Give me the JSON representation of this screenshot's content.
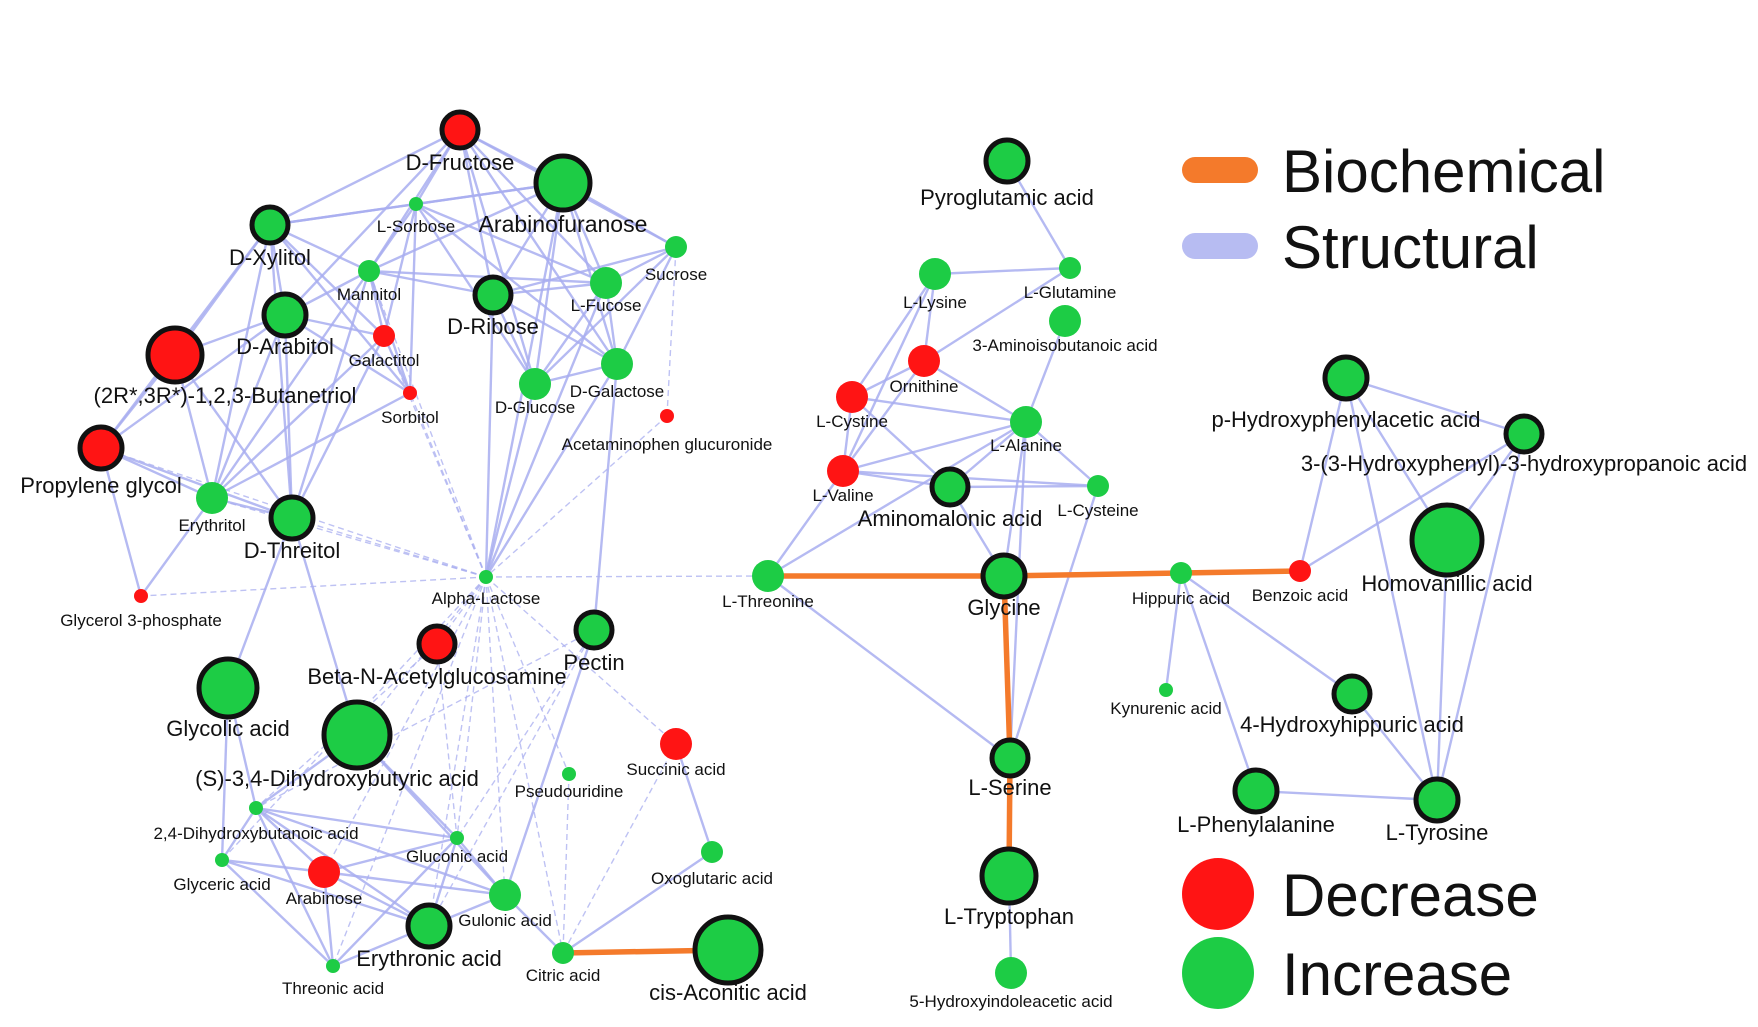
{
  "legend": {
    "edges": [
      {
        "label": "Biochemical",
        "color": "#f47a2b"
      },
      {
        "label": "Structural",
        "color": "#b7bcf2"
      }
    ],
    "nodes": [
      {
        "label": "Decrease",
        "color": "#ff1414"
      },
      {
        "label": "Increase",
        "color": "#1dcc45"
      }
    ]
  },
  "colors": {
    "decrease": "#ff1414",
    "increase": "#1dcc45",
    "biochemical": "#f47a2b",
    "structural": "#a9aef0"
  },
  "nodes": [
    {
      "id": "fructose",
      "label": "D-Fructose",
      "change": "decrease",
      "size": 4,
      "ring": true
    },
    {
      "id": "sorbose",
      "label": "L-Sorbose",
      "change": "increase",
      "size": 1,
      "ring": false
    },
    {
      "id": "arabinofuranose",
      "label": "Arabinofuranose",
      "change": "increase",
      "size": 6,
      "ring": true
    },
    {
      "id": "xylitol",
      "label": "D-Xylitol",
      "change": "increase",
      "size": 4,
      "ring": true
    },
    {
      "id": "mannitol",
      "label": "Mannitol",
      "change": "increase",
      "size": 2,
      "ring": false
    },
    {
      "id": "sucrose",
      "label": "Sucrose",
      "change": "increase",
      "size": 2,
      "ring": false
    },
    {
      "id": "fucose",
      "label": "L-Fucose",
      "change": "increase",
      "size": 3,
      "ring": false
    },
    {
      "id": "ribose",
      "label": "D-Ribose",
      "change": "increase",
      "size": 4,
      "ring": true
    },
    {
      "id": "arabitol",
      "label": "D-Arabitol",
      "change": "increase",
      "size": 5,
      "ring": true
    },
    {
      "id": "galactitol",
      "label": "Galactitol",
      "change": "decrease",
      "size": 2,
      "ring": false
    },
    {
      "id": "butanetriol",
      "label": "(2R*,3R*)-1,2,3-Butanetriol",
      "change": "decrease",
      "size": 6,
      "ring": true
    },
    {
      "id": "galactose",
      "label": "D-Galactose",
      "change": "increase",
      "size": 3,
      "ring": false
    },
    {
      "id": "glucose",
      "label": "D-Glucose",
      "change": "increase",
      "size": 3,
      "ring": false
    },
    {
      "id": "sorbitol",
      "label": "Sorbitol",
      "change": "decrease",
      "size": 1,
      "ring": false
    },
    {
      "id": "acetaminophen",
      "label": "Acetaminophen glucuronide",
      "change": "decrease",
      "size": 1,
      "ring": false
    },
    {
      "id": "propylene",
      "label": "Propylene glycol",
      "change": "decrease",
      "size": 5,
      "ring": true
    },
    {
      "id": "erythritol",
      "label": "Erythritol",
      "change": "increase",
      "size": 3,
      "ring": false
    },
    {
      "id": "threitol",
      "label": "D-Threitol",
      "change": "increase",
      "size": 5,
      "ring": true
    },
    {
      "id": "glycerol3p",
      "label": "Glycerol 3-phosphate",
      "change": "decrease",
      "size": 1,
      "ring": false
    },
    {
      "id": "lactose",
      "label": "Alpha-Lactose",
      "change": "increase",
      "size": 1,
      "ring": false
    },
    {
      "id": "acetylglucosamine",
      "label": "Beta-N-Acetylglucosamine",
      "change": "decrease",
      "size": 4,
      "ring": true
    },
    {
      "id": "pectin",
      "label": "Pectin",
      "change": "increase",
      "size": 4,
      "ring": true
    },
    {
      "id": "glycolic",
      "label": "Glycolic acid",
      "change": "increase",
      "size": 7,
      "ring": true
    },
    {
      "id": "dihydroxybutyric",
      "label": "(S)-3,4-Dihydroxybutyric acid",
      "change": "increase",
      "size": 8,
      "ring": true
    },
    {
      "id": "succinic",
      "label": "Succinic acid",
      "change": "decrease",
      "size": 3,
      "ring": false
    },
    {
      "id": "pseudouridine",
      "label": "Pseudouridine",
      "change": "increase",
      "size": 1,
      "ring": false
    },
    {
      "id": "dihydroxybutanoic",
      "label": "2,4-Dihydroxybutanoic acid",
      "change": "increase",
      "size": 1,
      "ring": false
    },
    {
      "id": "gluconic",
      "label": "Gluconic acid",
      "change": "increase",
      "size": 1,
      "ring": false
    },
    {
      "id": "glyceric",
      "label": "Glyceric acid",
      "change": "increase",
      "size": 1,
      "ring": false
    },
    {
      "id": "arabinose",
      "label": "Arabinose",
      "change": "decrease",
      "size": 3,
      "ring": false
    },
    {
      "id": "oxoglutaric",
      "label": "Oxoglutaric acid",
      "change": "increase",
      "size": 2,
      "ring": false
    },
    {
      "id": "gulonic",
      "label": "Gulonic acid",
      "change": "increase",
      "size": 3,
      "ring": false
    },
    {
      "id": "erythronic",
      "label": "Erythronic acid",
      "change": "increase",
      "size": 5,
      "ring": true
    },
    {
      "id": "citric",
      "label": "Citric acid",
      "change": "increase",
      "size": 2,
      "ring": false
    },
    {
      "id": "aconitic",
      "label": "cis-Aconitic acid",
      "change": "increase",
      "size": 8,
      "ring": true
    },
    {
      "id": "threonic",
      "label": "Threonic acid",
      "change": "increase",
      "size": 1,
      "ring": false
    },
    {
      "id": "pyroglutamic",
      "label": "Pyroglutamic acid",
      "change": "increase",
      "size": 5,
      "ring": true
    },
    {
      "id": "lysine",
      "label": "L-Lysine",
      "change": "increase",
      "size": 3,
      "ring": false
    },
    {
      "id": "glutamine",
      "label": "L-Glutamine",
      "change": "increase",
      "size": 2,
      "ring": false
    },
    {
      "id": "aminoisobutanoic",
      "label": "3-Aminoisobutanoic acid",
      "change": "increase",
      "size": 3,
      "ring": false
    },
    {
      "id": "ornithine",
      "label": "Ornithine",
      "change": "decrease",
      "size": 3,
      "ring": false
    },
    {
      "id": "cystine",
      "label": "L-Cystine",
      "change": "decrease",
      "size": 3,
      "ring": false
    },
    {
      "id": "alanine",
      "label": "L-Alanine",
      "change": "increase",
      "size": 3,
      "ring": false
    },
    {
      "id": "valine",
      "label": "L-Valine",
      "change": "decrease",
      "size": 3,
      "ring": false
    },
    {
      "id": "aminomalonic",
      "label": "Aminomalonic acid",
      "change": "increase",
      "size": 4,
      "ring": true
    },
    {
      "id": "cysteine",
      "label": "L-Cysteine",
      "change": "increase",
      "size": 2,
      "ring": false
    },
    {
      "id": "threonine",
      "label": "L-Threonine",
      "change": "increase",
      "size": 3,
      "ring": false
    },
    {
      "id": "glycine",
      "label": "Glycine",
      "change": "increase",
      "size": 5,
      "ring": true
    },
    {
      "id": "hippuric",
      "label": "Hippuric acid",
      "change": "increase",
      "size": 2,
      "ring": false
    },
    {
      "id": "benzoic",
      "label": "Benzoic acid",
      "change": "decrease",
      "size": 2,
      "ring": false
    },
    {
      "id": "kynurenic",
      "label": "Kynurenic acid",
      "change": "increase",
      "size": 1,
      "ring": false
    },
    {
      "id": "serine",
      "label": "L-Serine",
      "change": "increase",
      "size": 4,
      "ring": true
    },
    {
      "id": "tryptophan",
      "label": "L-Tryptophan",
      "change": "increase",
      "size": 6,
      "ring": true
    },
    {
      "id": "hydroxyindoleacetic",
      "label": "5-Hydroxyindoleacetic acid",
      "change": "increase",
      "size": 3,
      "ring": false
    },
    {
      "id": "hydroxyphenylacetic",
      "label": "p-Hydroxyphenylacetic acid",
      "change": "increase",
      "size": 5,
      "ring": true
    },
    {
      "id": "hydroxyphenylpropanoic",
      "label": "3-(3-Hydroxyphenyl)-3-hydroxypropanoic acid",
      "change": "increase",
      "size": 4,
      "ring": true
    },
    {
      "id": "homovanillic",
      "label": "Homovanillic acid",
      "change": "increase",
      "size": 9,
      "ring": true
    },
    {
      "id": "hydroxyhippuric",
      "label": "4-Hydroxyhippuric acid",
      "change": "increase",
      "size": 4,
      "ring": true
    },
    {
      "id": "phenylalanine",
      "label": "L-Phenylalanine",
      "change": "increase",
      "size": 5,
      "ring": true
    },
    {
      "id": "tyrosine",
      "label": "L-Tyrosine",
      "change": "increase",
      "size": 5,
      "ring": true
    }
  ],
  "edges": {
    "biochemical": [
      [
        "threonine",
        "glycine"
      ],
      [
        "glycine",
        "hippuric"
      ],
      [
        "hippuric",
        "benzoic"
      ],
      [
        "glycine",
        "serine"
      ],
      [
        "serine",
        "tryptophan"
      ],
      [
        "citric",
        "aconitic"
      ]
    ],
    "structural": [
      [
        "fructose",
        "sorbose"
      ],
      [
        "fructose",
        "xylitol"
      ],
      [
        "fructose",
        "arabinofuranose"
      ],
      [
        "fructose",
        "mannitol"
      ],
      [
        "fructose",
        "ribose"
      ],
      [
        "fructose",
        "fucose"
      ],
      [
        "fructose",
        "galactose"
      ],
      [
        "fructose",
        "arabitol"
      ],
      [
        "fructose",
        "sucrose"
      ],
      [
        "fructose",
        "glucose"
      ],
      [
        "sorbose",
        "arabinofuranose"
      ],
      [
        "sorbose",
        "mannitol"
      ],
      [
        "sorbose",
        "galactitol"
      ],
      [
        "sorbose",
        "sorbitol"
      ],
      [
        "sorbose",
        "glucose"
      ],
      [
        "sorbose",
        "galactose"
      ],
      [
        "sorbose",
        "xylitol"
      ],
      [
        "sorbose",
        "fucose"
      ],
      [
        "arabinofuranose",
        "sucrose"
      ],
      [
        "arabinofuranose",
        "fucose"
      ],
      [
        "arabinofuranose",
        "galactose"
      ],
      [
        "arabinofuranose",
        "glucose"
      ],
      [
        "arabinofuranose",
        "ribose"
      ],
      [
        "arabinofuranose",
        "mannitol"
      ],
      [
        "arabinofuranose",
        "lactose"
      ],
      [
        "arabinofuranose",
        "xylitol"
      ],
      [
        "xylitol",
        "arabitol"
      ],
      [
        "xylitol",
        "mannitol"
      ],
      [
        "xylitol",
        "butanetriol"
      ],
      [
        "xylitol",
        "threitol"
      ],
      [
        "xylitol",
        "erythritol"
      ],
      [
        "xylitol",
        "propylene"
      ],
      [
        "xylitol",
        "galactitol"
      ],
      [
        "xylitol",
        "sorbitol"
      ],
      [
        "mannitol",
        "arabitol"
      ],
      [
        "mannitol",
        "galactitol"
      ],
      [
        "mannitol",
        "sorbitol"
      ],
      [
        "mannitol",
        "ribose"
      ],
      [
        "mannitol",
        "fucose"
      ],
      [
        "mannitol",
        "threitol"
      ],
      [
        "mannitol",
        "erythritol"
      ],
      [
        "arabitol",
        "galactitol"
      ],
      [
        "arabitol",
        "butanetriol"
      ],
      [
        "arabitol",
        "threitol"
      ],
      [
        "arabitol",
        "erythritol"
      ],
      [
        "arabitol",
        "propylene"
      ],
      [
        "arabitol",
        "sorbitol"
      ],
      [
        "galactitol",
        "sorbitol"
      ],
      [
        "galactitol",
        "threitol"
      ],
      [
        "galactitol",
        "erythritol"
      ],
      [
        "ribose",
        "fucose"
      ],
      [
        "ribose",
        "glucose"
      ],
      [
        "ribose",
        "galactose"
      ],
      [
        "ribose",
        "sucrose"
      ],
      [
        "ribose",
        "lactose"
      ],
      [
        "fucose",
        "sucrose"
      ],
      [
        "fucose",
        "galactose"
      ],
      [
        "fucose",
        "glucose"
      ],
      [
        "fucose",
        "lactose"
      ],
      [
        "galactose",
        "sucrose"
      ],
      [
        "galactose",
        "glucose"
      ],
      [
        "galactose",
        "lactose"
      ],
      [
        "galactose",
        "pectin"
      ],
      [
        "glucose",
        "lactose"
      ],
      [
        "glucose",
        "sucrose"
      ],
      [
        "butanetriol",
        "propylene"
      ],
      [
        "butanetriol",
        "threitol"
      ],
      [
        "butanetriol",
        "erythritol"
      ],
      [
        "propylene",
        "erythritol"
      ],
      [
        "propylene",
        "threitol"
      ],
      [
        "propylene",
        "glycerol3p"
      ],
      [
        "erythritol",
        "threitol"
      ],
      [
        "erythritol",
        "glycerol3p"
      ],
      [
        "erythritol",
        "sorbitol"
      ],
      [
        "threitol",
        "dihydroxybutyric"
      ],
      [
        "threitol",
        "glycolic"
      ],
      [
        "glycolic",
        "dihydroxybutanoic"
      ],
      [
        "glycolic",
        "glyceric"
      ],
      [
        "dihydroxybutyric",
        "dihydroxybutanoic"
      ],
      [
        "dihydroxybutyric",
        "gluconic"
      ],
      [
        "dihydroxybutyric",
        "gulonic"
      ],
      [
        "dihydroxybutanoic",
        "glyceric"
      ],
      [
        "dihydroxybutanoic",
        "arabinose"
      ],
      [
        "dihydroxybutanoic",
        "threonic"
      ],
      [
        "dihydroxybutanoic",
        "erythronic"
      ],
      [
        "dihydroxybutanoic",
        "gulonic"
      ],
      [
        "dihydroxybutanoic",
        "gluconic"
      ],
      [
        "glyceric",
        "arabinose"
      ],
      [
        "glyceric",
        "threonic"
      ],
      [
        "glyceric",
        "erythronic"
      ],
      [
        "arabinose",
        "erythronic"
      ],
      [
        "arabinose",
        "gulonic"
      ],
      [
        "arabinose",
        "threonic"
      ],
      [
        "arabinose",
        "gluconic"
      ],
      [
        "gluconic",
        "gulonic"
      ],
      [
        "gluconic",
        "erythronic"
      ],
      [
        "gluconic",
        "threonic"
      ],
      [
        "gulonic",
        "erythronic"
      ],
      [
        "gulonic",
        "citric"
      ],
      [
        "gulonic",
        "pectin"
      ],
      [
        "erythronic",
        "threonic"
      ],
      [
        "succinic",
        "oxoglutaric"
      ],
      [
        "oxoglutaric",
        "citric"
      ],
      [
        "pyroglutamic",
        "glutamine"
      ],
      [
        "lysine",
        "glutamine"
      ],
      [
        "lysine",
        "ornithine"
      ],
      [
        "lysine",
        "valine"
      ],
      [
        "lysine",
        "cystine"
      ],
      [
        "glutamine",
        "ornithine"
      ],
      [
        "aminoisobutanoic",
        "alanine"
      ],
      [
        "ornithine",
        "cystine"
      ],
      [
        "ornithine",
        "alanine"
      ],
      [
        "ornithine",
        "valine"
      ],
      [
        "cystine",
        "alanine"
      ],
      [
        "cystine",
        "valine"
      ],
      [
        "cystine",
        "aminomalonic"
      ],
      [
        "alanine",
        "valine"
      ],
      [
        "alanine",
        "aminomalonic"
      ],
      [
        "alanine",
        "cysteine"
      ],
      [
        "alanine",
        "glycine"
      ],
      [
        "alanine",
        "threonine"
      ],
      [
        "alanine",
        "serine"
      ],
      [
        "valine",
        "threonine"
      ],
      [
        "valine",
        "aminomalonic"
      ],
      [
        "valine",
        "cysteine"
      ],
      [
        "aminomalonic",
        "glycine"
      ],
      [
        "aminomalonic",
        "cysteine"
      ],
      [
        "cysteine",
        "serine"
      ],
      [
        "threonine",
        "serine"
      ],
      [
        "hippuric",
        "kynurenic"
      ],
      [
        "hippuric",
        "hydroxyhippuric"
      ],
      [
        "hippuric",
        "phenylalanine"
      ],
      [
        "benzoic",
        "hydroxyphenylacetic"
      ],
      [
        "benzoic",
        "hydroxyphenylpropanoic"
      ],
      [
        "hydroxyphenylacetic",
        "homovanillic"
      ],
      [
        "hydroxyphenylacetic",
        "hydroxyphenylpropanoic"
      ],
      [
        "hydroxyphenylacetic",
        "tyrosine"
      ],
      [
        "hydroxyphenylpropanoic",
        "homovanillic"
      ],
      [
        "hydroxyphenylpropanoic",
        "tyrosine"
      ],
      [
        "homovanillic",
        "tyrosine"
      ],
      [
        "hydroxyhippuric",
        "tyrosine"
      ],
      [
        "phenylalanine",
        "tyrosine"
      ],
      [
        "tryptophan",
        "hydroxyindoleacetic"
      ]
    ],
    "dashed": [
      [
        "lactose",
        "threitol"
      ],
      [
        "lactose",
        "erythritol"
      ],
      [
        "lactose",
        "propylene"
      ],
      [
        "lactose",
        "glycerol3p"
      ],
      [
        "lactose",
        "sorbitol"
      ],
      [
        "lactose",
        "galactitol"
      ],
      [
        "lactose",
        "mannitol"
      ],
      [
        "lactose",
        "acetylglucosamine"
      ],
      [
        "lactose",
        "dihydroxybutyric"
      ],
      [
        "lactose",
        "gluconic"
      ],
      [
        "lactose",
        "gulonic"
      ],
      [
        "lactose",
        "pseudouridine"
      ],
      [
        "lactose",
        "succinic"
      ],
      [
        "lactose",
        "citric"
      ],
      [
        "lactose",
        "threonine"
      ],
      [
        "lactose",
        "arabinose"
      ],
      [
        "lactose",
        "erythronic"
      ],
      [
        "lactose",
        "threonic"
      ],
      [
        "lactose",
        "glyceric"
      ],
      [
        "acetaminophen",
        "lactose"
      ],
      [
        "acetaminophen",
        "sucrose"
      ],
      [
        "acetylglucosamine",
        "dihydroxybutanoic"
      ],
      [
        "acetylglucosamine",
        "gluconic"
      ],
      [
        "pectin",
        "dihydroxybutanoic"
      ],
      [
        "pectin",
        "gluconic"
      ],
      [
        "pectin",
        "erythronic"
      ],
      [
        "succinic",
        "citric"
      ],
      [
        "pseudouridine",
        "citric"
      ]
    ]
  }
}
